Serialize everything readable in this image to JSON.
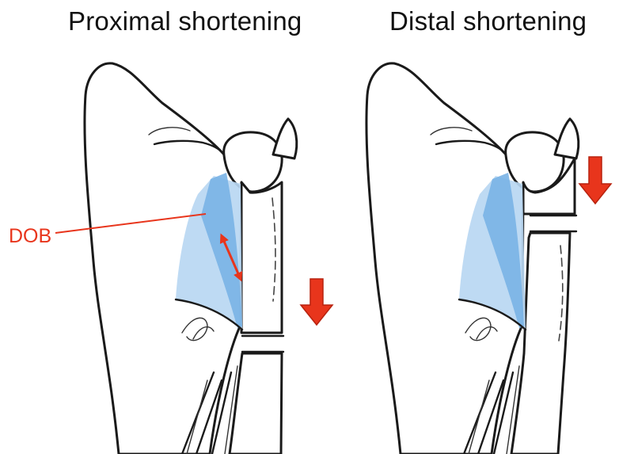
{
  "titles": {
    "left": "Proximal shortening",
    "right": "Distal shortening"
  },
  "callout": {
    "label": "DOB"
  },
  "colors": {
    "membrane_light": "#b9d7f2",
    "membrane_dark": "#79b3e5",
    "arrow_red": "#e8351c",
    "outline": "#1a1a1a"
  }
}
